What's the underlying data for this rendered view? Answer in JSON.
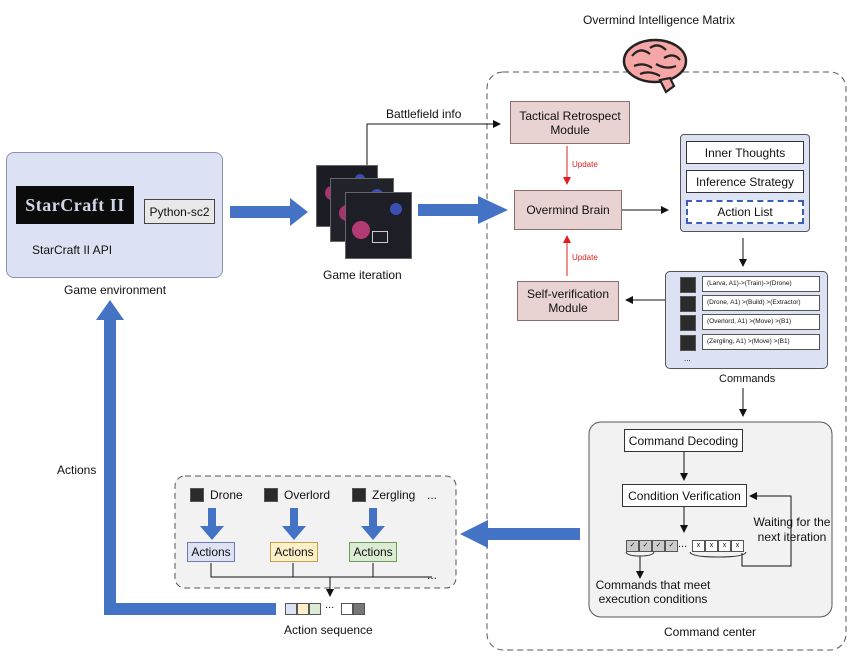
{
  "title": "Overmind Intelligence Matrix",
  "game_env": {
    "logo_text": "StarCraft II",
    "python_label": "Python-sc2",
    "api_label": "StarCraft II API",
    "caption": "Game environment"
  },
  "game_iteration_label": "Game iteration",
  "battlefield_label": "Battlefield info",
  "tactical_module": "Tactical Retrospect Module",
  "overmind_brain": "Overmind Brain",
  "self_verification": "Self-verification Module",
  "update_top": "Update",
  "update_bottom": "Update",
  "thoughts_panel": {
    "inner_thoughts": "Inner Thoughts",
    "inference_strategy": "Inference Strategy",
    "action_list": "Action List"
  },
  "commands": {
    "rows": [
      "(Larva, A1)->(Train)->(Drone)",
      "(Drone, A1) >(Build) >(Extractor)",
      "(Overlord, A1) >(Move) >(B1)",
      "(Zergling, A1) >(Move) >(B1)"
    ],
    "ellipsis": "...",
    "caption": "Commands"
  },
  "command_center": {
    "decoding": "Command Decoding",
    "verification": "Condition Verification",
    "waiting": "Waiting for the next  iteration",
    "meet_conditions": "Commands that meet execution conditions",
    "caption": "Command center",
    "check": "✓",
    "cross": "x",
    "ellipsis": "..."
  },
  "actions_panel": {
    "units": [
      "Drone",
      "Overlord",
      "Zergling"
    ],
    "ellipsis": "...",
    "button_label": "Actions",
    "tail": "...",
    "colors": [
      "#dde3f4",
      "#fdf0c8",
      "#dcecd4"
    ]
  },
  "action_sequence_label": "Action sequence",
  "actions_label": "Actions",
  "arrow_color": "#4472c4"
}
